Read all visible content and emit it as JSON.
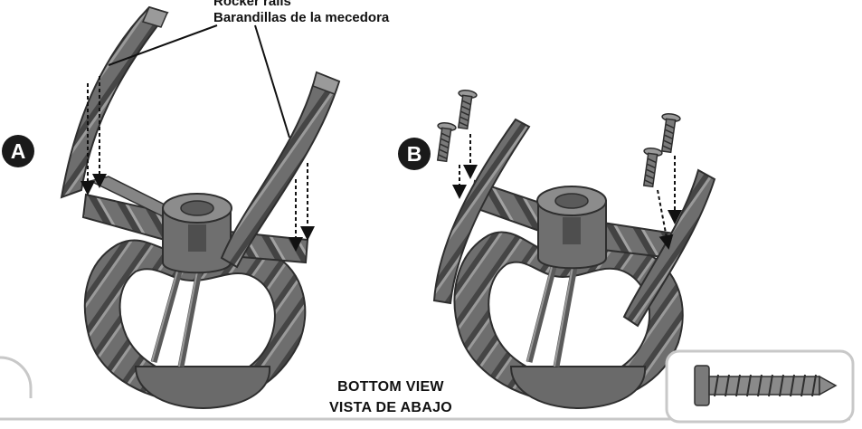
{
  "callout": {
    "label_en": "Rocker rails",
    "label_es": "Barandillas de la mecedora"
  },
  "steps": {
    "a": "A",
    "b": "B"
  },
  "view_caption": {
    "en": "BOTTOM VIEW",
    "es": "VISTA DE ABAJO"
  },
  "inset": {
    "icon": "screw-icon"
  },
  "colors": {
    "part_fill": "#6e6e6e",
    "part_dark": "#3a3a3a",
    "part_light": "#9a9a9a",
    "frame_border": "#c8c8c8",
    "badge": "#1a1a1a"
  }
}
